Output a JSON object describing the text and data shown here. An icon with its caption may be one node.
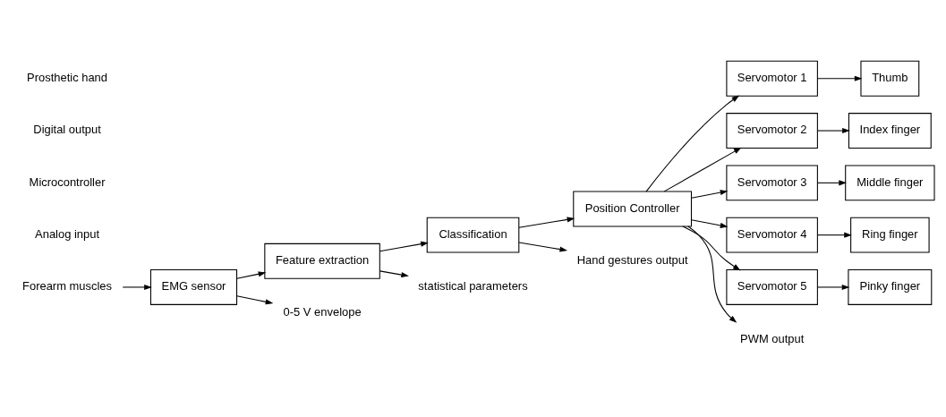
{
  "diagram": {
    "nodes": [
      {
        "text": [
          "Forearm muscles"
        ]
      },
      {
        "text": [
          "EMG sensor"
        ]
      },
      {
        "text": [
          "Feature extraction"
        ]
      },
      {
        "text": [
          "Classification"
        ]
      },
      {
        "text": [
          "Position Controller"
        ]
      },
      {
        "text": [
          "Servomotor 1"
        ]
      },
      {
        "text": [
          "Servomotor 2"
        ]
      },
      {
        "text": [
          "Servomotor 3"
        ]
      },
      {
        "text": [
          "Servomotor 4"
        ]
      },
      {
        "text": [
          "Servomotor 5"
        ]
      },
      {
        "text": [
          "Thumb"
        ]
      },
      {
        "text": [
          "Index finger"
        ]
      },
      {
        "text": [
          "Middle finger"
        ]
      },
      {
        "text": [
          "Ring finger"
        ]
      },
      {
        "text": [
          "Pinky finger"
        ]
      },
      {
        "text": [
          "0-5 V envelope"
        ]
      },
      {
        "text": [
          "statistical parameters"
        ]
      },
      {
        "text": [
          "Hand gestures output"
        ]
      },
      {
        "text": [
          "PWM output"
        ]
      }
    ],
    "edges": [
      {
        "from": 0,
        "to": 1,
        "arrow": "to"
      },
      {
        "from": 1,
        "to": 2,
        "arrow": "to"
      },
      {
        "from": 2,
        "to": 3,
        "arrow": "to"
      },
      {
        "from": 3,
        "to": 4,
        "arrow": "to"
      },
      {
        "from": 1,
        "to": 15,
        "arrow": "to"
      },
      {
        "from": 2,
        "to": 16,
        "arrow": "to"
      },
      {
        "from": 3,
        "to": 17,
        "arrow": "to"
      },
      {
        "from": 4,
        "to": 18,
        "arrow": "to"
      },
      {
        "from": 4,
        "to": 5,
        "arrow": "to"
      },
      {
        "from": 4,
        "to": 6,
        "arrow": "to"
      },
      {
        "from": 4,
        "to": 7,
        "arrow": "to"
      },
      {
        "from": 4,
        "to": 8,
        "arrow": "to"
      },
      {
        "from": 4,
        "to": 9,
        "arrow": "to"
      },
      {
        "from": 5,
        "to": 10,
        "arrow": "to"
      },
      {
        "from": 6,
        "to": 11,
        "arrow": "to"
      },
      {
        "from": 7,
        "to": 12,
        "arrow": "to"
      },
      {
        "from": 8,
        "to": 13,
        "arrow": "to"
      },
      {
        "from": 9,
        "to": 14,
        "arrow": "to"
      }
    ],
    "labels": [
      "Analog input",
      "Microcontroller",
      "Digital output",
      "Prosthetic hand"
    ]
  }
}
